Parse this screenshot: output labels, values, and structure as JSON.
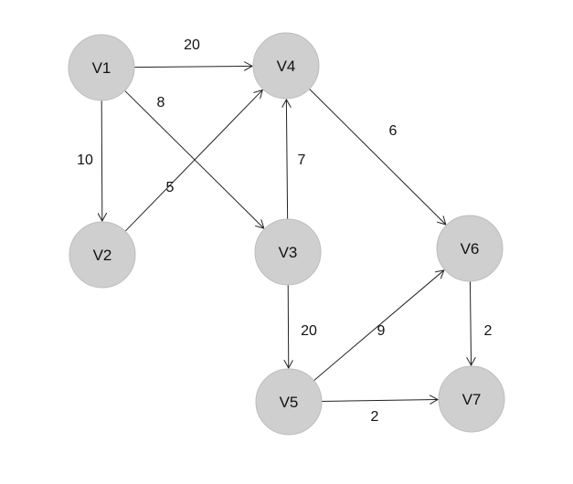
{
  "graph": {
    "nodes": [
      {
        "id": "V1",
        "label": "V1"
      },
      {
        "id": "V2",
        "label": "V2"
      },
      {
        "id": "V3",
        "label": "V3"
      },
      {
        "id": "V4",
        "label": "V4"
      },
      {
        "id": "V5",
        "label": "V5"
      },
      {
        "id": "V6",
        "label": "V6"
      },
      {
        "id": "V7",
        "label": "V7"
      }
    ],
    "edges": [
      {
        "from": "V1",
        "to": "V4",
        "weight": "20"
      },
      {
        "from": "V1",
        "to": "V2",
        "weight": "10"
      },
      {
        "from": "V1",
        "to": "V3",
        "weight": "8"
      },
      {
        "from": "V2",
        "to": "V4",
        "weight": "5"
      },
      {
        "from": "V3",
        "to": "V4",
        "weight": "7"
      },
      {
        "from": "V4",
        "to": "V6",
        "weight": "6"
      },
      {
        "from": "V3",
        "to": "V5",
        "weight": "20"
      },
      {
        "from": "V5",
        "to": "V6",
        "weight": "9"
      },
      {
        "from": "V5",
        "to": "V7",
        "weight": "2"
      },
      {
        "from": "V6",
        "to": "V7",
        "weight": "2"
      }
    ]
  },
  "colors": {
    "node_fill": "#cfcfcf",
    "node_stroke": "#bdbdbd",
    "edge": "#222222",
    "text": "#111111"
  }
}
